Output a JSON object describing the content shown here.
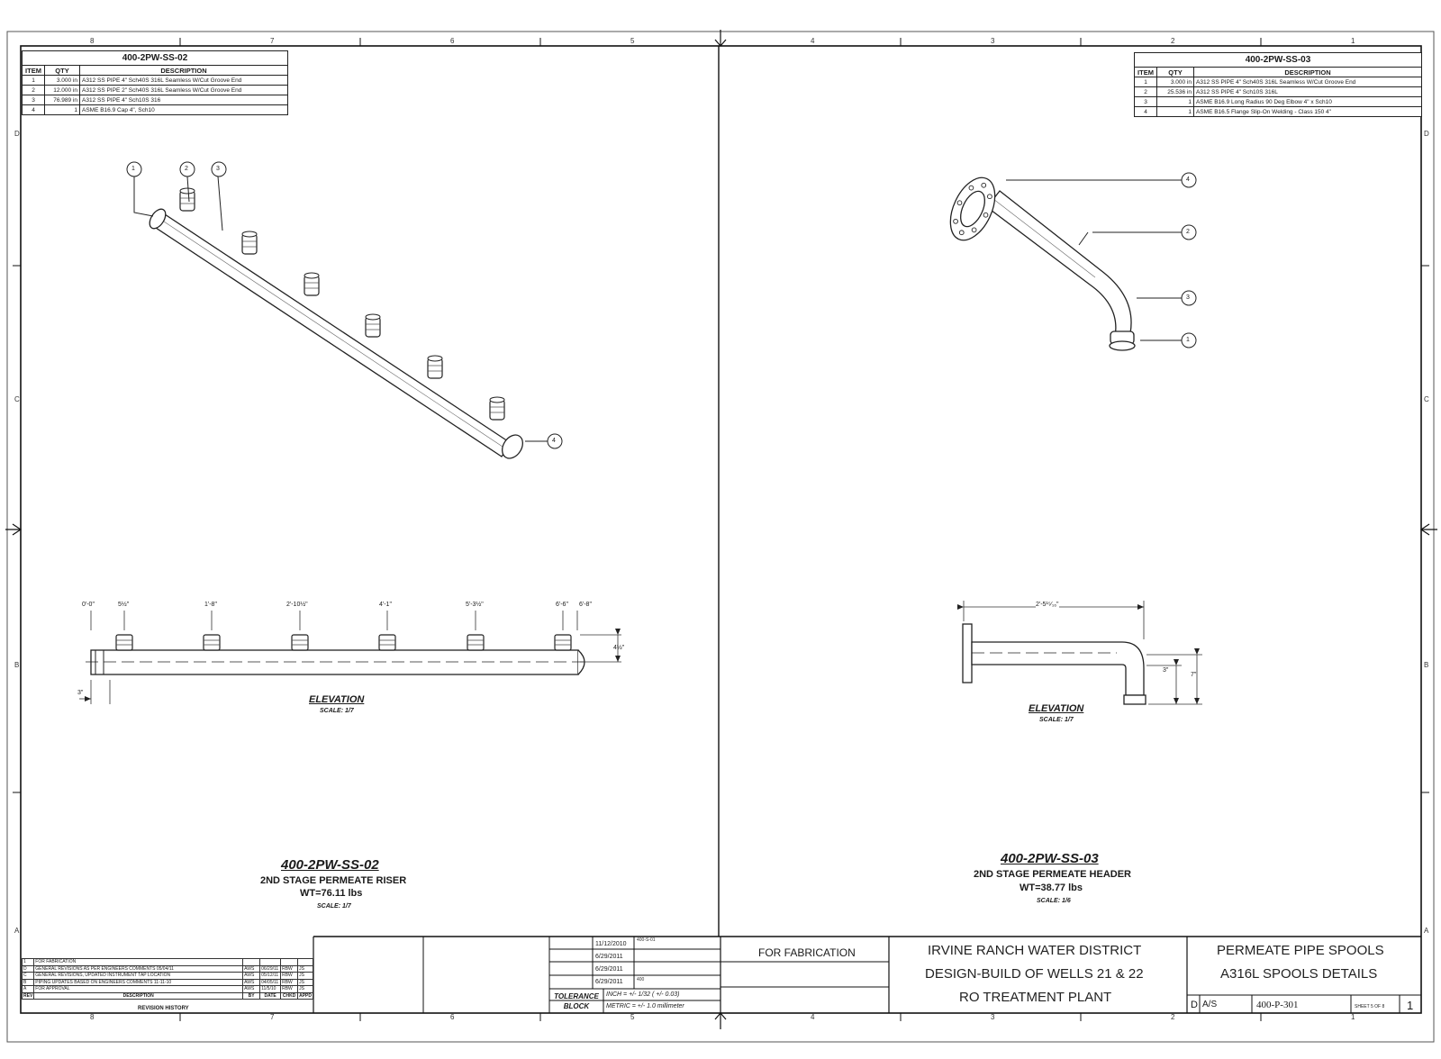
{
  "zones": {
    "top": [
      "8",
      "7",
      "6",
      "5",
      "4",
      "3",
      "2",
      "1"
    ],
    "left": [
      "D",
      "C",
      "B",
      "A"
    ],
    "bottom": [
      "8",
      "7",
      "6",
      "5",
      "4",
      "3",
      "2",
      "1"
    ]
  },
  "bom_left": {
    "title": "400-2PW-SS-02",
    "headers": [
      "ITEM",
      "QTY",
      "DESCRIPTION"
    ],
    "rows": [
      [
        "1",
        "3.000 in",
        "A312 SS PIPE 4\" Sch40S 316L Seamless W/Cut Groove End"
      ],
      [
        "2",
        "12.000 in",
        "A312 SS PIPE 2\" Sch40S 316L Seamless W/Cut Groove End"
      ],
      [
        "3",
        "76.989 in",
        "A312 SS PIPE 4\" Sch10S 316"
      ],
      [
        "4",
        "1",
        "ASME B16.9 Cap 4\", Sch10"
      ]
    ]
  },
  "bom_right": {
    "title": "400-2PW-SS-03",
    "headers": [
      "ITEM",
      "QTY",
      "DESCRIPTION"
    ],
    "rows": [
      [
        "1",
        "3.000 in",
        "A312 SS PIPE 4\" Sch40S 316L Seamless W/Cut Groove End"
      ],
      [
        "2",
        "25.536 in",
        "A312 SS PIPE 4\" Sch10S 316L"
      ],
      [
        "3",
        "1",
        "ASME B16.9 Long Radius 90 Deg Elbow 4\" x Sch10"
      ],
      [
        "4",
        "1",
        "ASME B16.5 Flange Slip-On Welding - Class 150 4\""
      ]
    ]
  },
  "balloons_left": [
    "1",
    "2",
    "3",
    "4"
  ],
  "balloons_right": [
    "4",
    "2",
    "3",
    "1"
  ],
  "elev_left": {
    "dims": [
      "0'-0\"",
      "5½\"",
      "1'-8\"",
      "2'-10½\"",
      "4'-1\"",
      "5'-3½\"",
      "6'-6\"",
      "6'-8\""
    ],
    "height_dim": "4½\"",
    "end_dim": "3\"",
    "title": "ELEVATION",
    "scale": "SCALE: 1/7"
  },
  "elev_right": {
    "length_dim": "2'-5¹⁵⁄₁₆\"",
    "dim_a": "3\"",
    "dim_b": "7\"",
    "title": "ELEVATION",
    "scale": "SCALE: 1/7"
  },
  "spool_left": {
    "id": "400-2PW-SS-02",
    "name": "2ND STAGE PERMEATE RISER",
    "weight": "WT=76.11 lbs",
    "scale": "SCALE: 1/7"
  },
  "spool_right": {
    "id": "400-2PW-SS-03",
    "name": "2ND STAGE PERMEATE HEADER",
    "weight": "WT=38.77 lbs",
    "scale": "SCALE: 1/6"
  },
  "revisions": {
    "rows": [
      [
        "1",
        "FOR FABRICATION",
        "",
        "",
        "",
        ""
      ],
      [
        "D",
        "GENERAL REVISIONS AS PER ENGINEERS COMMENTS 05/04/11",
        "AWS",
        "06/29/11",
        "RBW",
        "JS"
      ],
      [
        "C",
        "GENERAL REVISIONS, UPDATED INSTRUMENT TAP LOCATION",
        "AWS",
        "05/12/11",
        "RBW",
        "JS"
      ],
      [
        "B",
        "PIPING UPDATES BASED ON ENGINEERS COMMENTS 11-11-10",
        "AWS",
        "04/05/11",
        "RBW",
        "JS"
      ],
      [
        "A",
        "FOR APPROVAL",
        "AWS",
        "11/5/10",
        "RBW",
        "JS"
      ]
    ],
    "header": [
      "REV",
      "DESCRIPTION",
      "BY",
      "DATE",
      "CHKD",
      "APPD"
    ],
    "caption": "REVISION HISTORY"
  },
  "title_block": {
    "dates": [
      "11/12/2010",
      "6/29/2011",
      "6/29/2011",
      "6/29/2011"
    ],
    "status": "FOR FABRICATION",
    "tolerance_label": "TOLERANCE BLOCK",
    "tolerance_inch": "INCH = +/- 1/32 ( +/- 0.03)",
    "tolerance_metric": "METRIC = +/- 1.0 millimeter",
    "project": [
      "IRVINE RANCH WATER DISTRICT",
      "DESIGN-BUILD OF WELLS 21 & 22",
      "RO TREATMENT PLANT"
    ],
    "title": [
      "PERMEATE PIPE SPOOLS",
      "A316L SPOOLS DETAILS"
    ],
    "size": "D",
    "scale": "A/S",
    "dwg_no": "400-P-301",
    "sheet": "SHEET 5 OF 8",
    "rev": "1",
    "ref_no": "400-S-01",
    "job_no": "400"
  }
}
